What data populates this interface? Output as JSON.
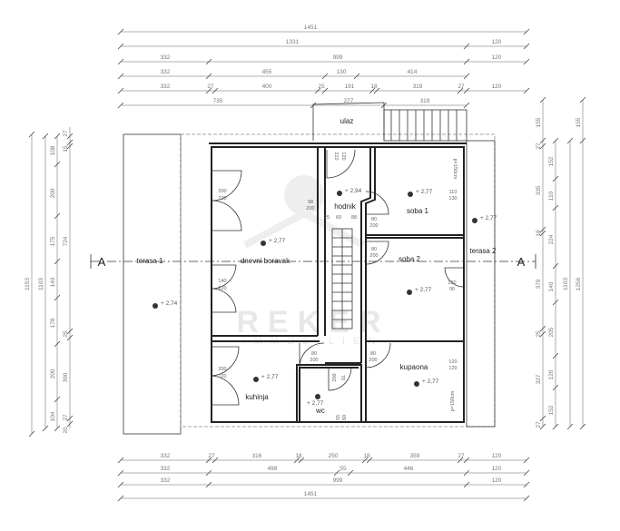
{
  "dims": {
    "top": {
      "r1": [
        "1451"
      ],
      "r2": [
        "1331",
        "120"
      ],
      "r3": [
        "332",
        "999",
        "120"
      ],
      "r4": [
        "332",
        "455",
        "130",
        "414"
      ],
      "r5": [
        "332",
        "27",
        "400",
        "25",
        "191",
        "18",
        "319",
        "27",
        "120"
      ],
      "r6": [
        "735",
        "277",
        "319"
      ]
    },
    "bottom": {
      "r1": [
        "332",
        "27",
        "316",
        "18",
        "250",
        "18",
        "359",
        "27",
        "120"
      ],
      "r2": [
        "332",
        "498",
        "55",
        "446",
        "120"
      ],
      "r3": [
        "332",
        "999",
        "120"
      ],
      "r4": [
        "1451"
      ]
    },
    "left": {
      "c1": [
        "1153"
      ],
      "c2": [
        "1103"
      ],
      "c3": [
        "108",
        "200",
        "175",
        "140",
        "178",
        "200",
        "104"
      ],
      "c4": [
        "27",
        "15",
        "724",
        "25",
        "390",
        "27",
        "20"
      ]
    },
    "right": {
      "c1": [
        "155",
        "27",
        "335",
        "18",
        "379",
        "25",
        "327",
        "27"
      ],
      "c2": [
        "152",
        "110",
        "224",
        "140",
        "205",
        "120",
        "152"
      ],
      "c3": [
        "1103"
      ],
      "c4": [
        "155",
        "1256"
      ]
    }
  },
  "rooms": {
    "ulaz": "ulaz",
    "hodnik": "hodnik",
    "soba1": "soba 1",
    "soba2": "soba 2",
    "dnevni": "dnevni boravak",
    "terasa1": "terasa 1",
    "terasa2": "terasa 2",
    "kuhinja": "kuhinja",
    "wc": "wc",
    "kupaona": "kupaona"
  },
  "levels": {
    "hodnik": "+ 2,94",
    "soba1": "+ 2,77",
    "soba2": "+ 2,77",
    "dnevni": "+ 2,77",
    "terasa1": "+ 2,74",
    "terasa2": "+ 2,77",
    "kuhinja": "+ 2,77",
    "wc": "+ 2,77",
    "kupaona": "+ 2,77"
  },
  "openings": {
    "d_dnevni_a": [
      "200",
      "220"
    ],
    "d_dnevni_b": [
      "140",
      "220"
    ],
    "d_kuhinja": [
      "200",
      "220"
    ],
    "d_hodnik_in": [
      "98",
      "200"
    ],
    "d_entry": [
      "120",
      "215"
    ],
    "d_soba1": [
      "80",
      "200"
    ],
    "d_soba2": [
      "80",
      "200"
    ],
    "d_kuh_int": [
      "80",
      "200"
    ],
    "d_kup_int": [
      "80",
      "200"
    ],
    "d_wc": [
      "70",
      "200"
    ],
    "w_soba1": [
      "110",
      "130"
    ],
    "w_soba2": [
      "120",
      "90"
    ],
    "w_kupaona": [
      "120",
      "120"
    ],
    "w_wc": [
      "55",
      "60"
    ],
    "hall_dims": [
      "25",
      "60",
      "88"
    ],
    "parapet_soba1": "p=150cm",
    "parapet_kupaona": "p=150cm"
  },
  "section": {
    "left": "A",
    "right": "A"
  },
  "watermark": {
    "brand": "REKER",
    "sub": "IMMOBILIEN"
  }
}
